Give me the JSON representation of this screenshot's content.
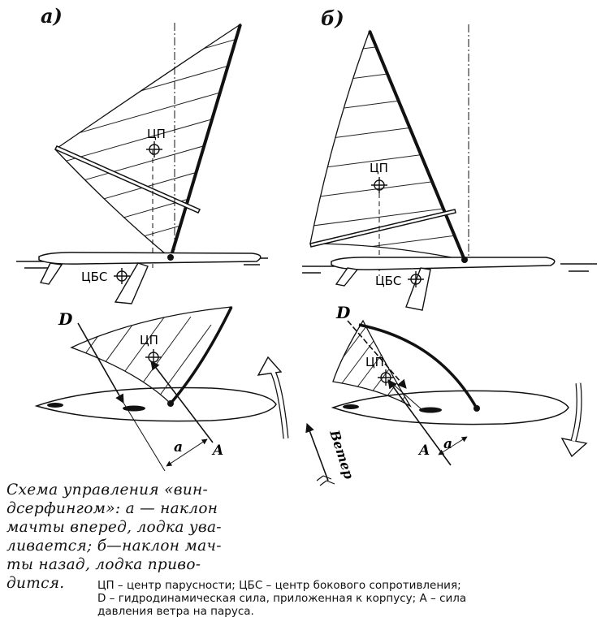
{
  "panels": {
    "a": {
      "label": "а)"
    },
    "b": {
      "label": "б)"
    }
  },
  "labels": {
    "center_of_effort": "ЦП",
    "center_of_lateral_resistance": "ЦБС",
    "hydro_force": "D",
    "sail_force": "A",
    "arm": "a",
    "wind": "Ветер"
  },
  "caption": {
    "lines": [
      "Схема управления «вин-",
      "дсерфингом»: а — наклон",
      "мачты вперед, лодка ува-",
      "ливается; б—наклон мач-",
      "ты назад, лодка приво-",
      "дится."
    ]
  },
  "legend": {
    "lines": [
      "ЦП – центр парусности; ЦБС – центр бокового сопротивления;",
      "D – гидродинамическая сила, приложенная к корпусу; A – сила",
      "давления ветра на паруса."
    ]
  }
}
